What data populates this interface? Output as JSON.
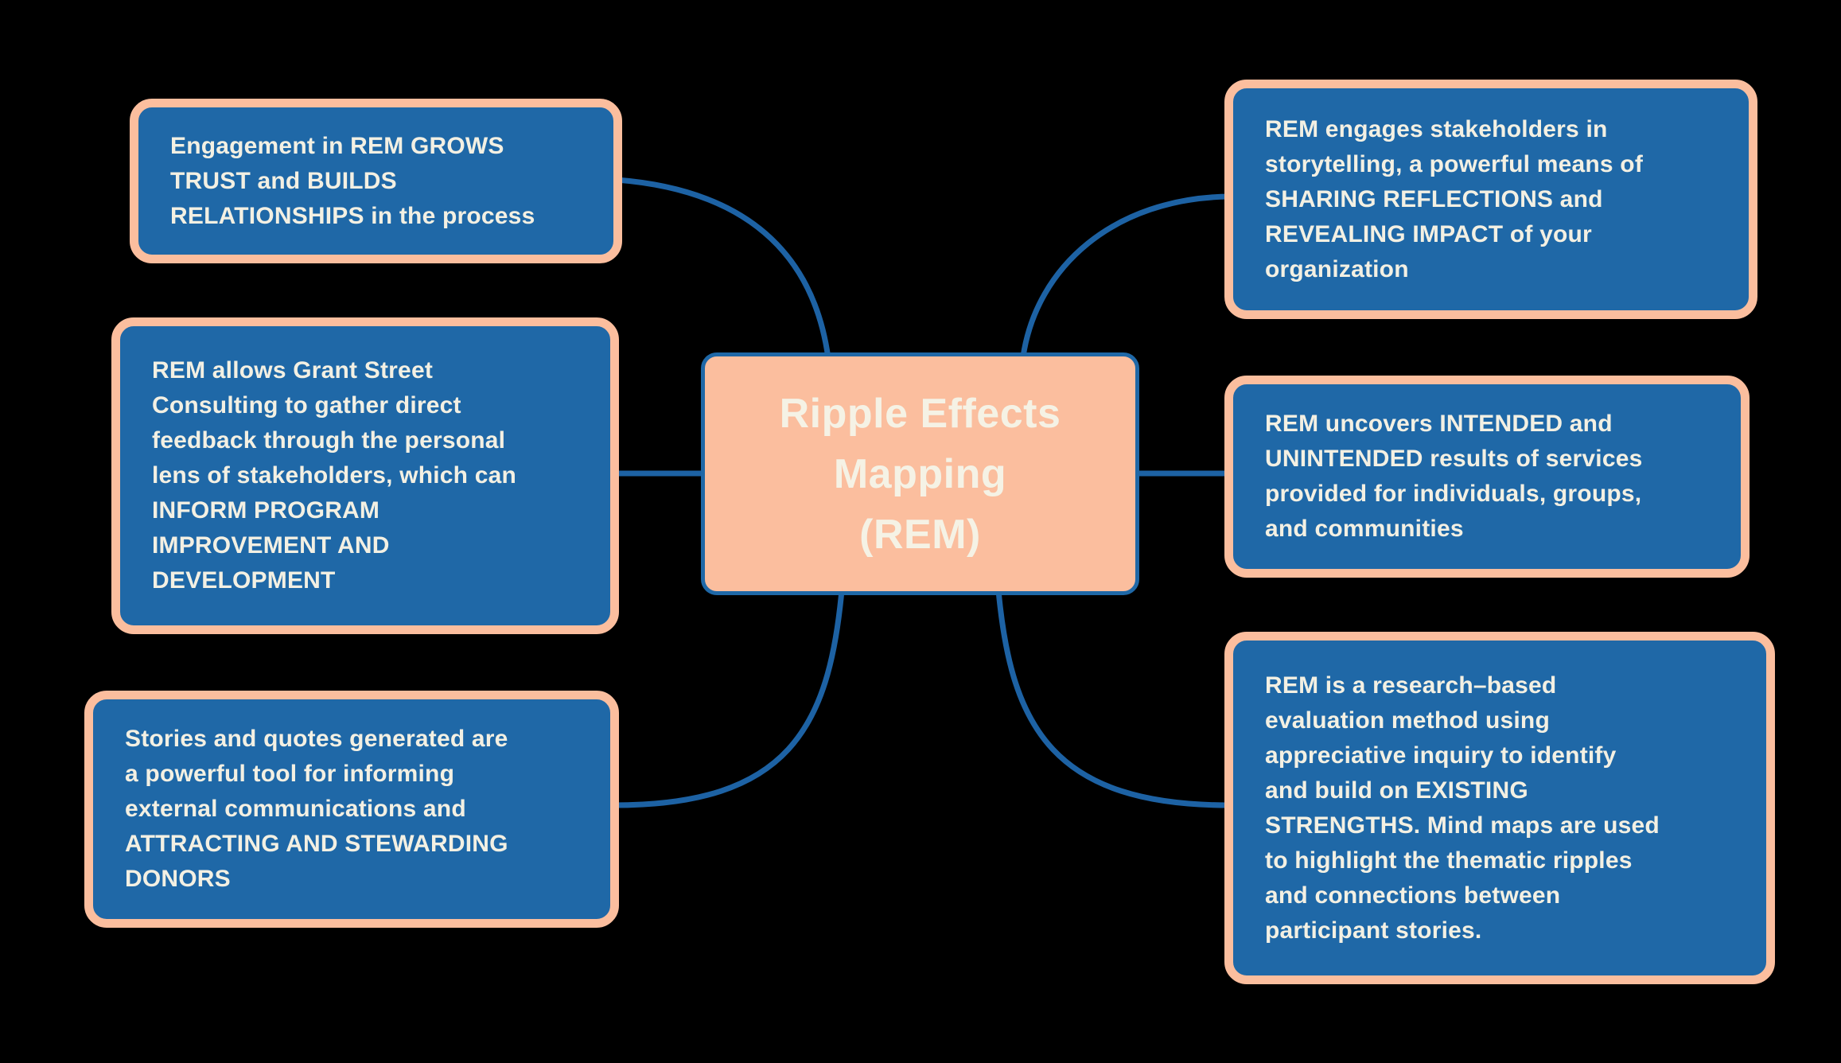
{
  "diagram": {
    "type": "mind-map",
    "background_color": "#000000",
    "palette": {
      "node_fill": "#1F68A7",
      "node_border": "#FBBE9E",
      "node_text": "#F3F0E3",
      "center_fill": "#FBBE9E",
      "center_border": "#1F68A7",
      "center_text": "#F5F2E5",
      "connector": "#1D62A4"
    },
    "center": {
      "label": "Ripple Effects\nMapping\n(REM)"
    },
    "nodes": [
      {
        "id": "top-left",
        "text": "Engagement in REM GROWS\nTRUST and BUILDS\nRELATIONSHIPS in the process"
      },
      {
        "id": "middle-left",
        "text": "REM allows Grant Street\nConsulting to gather direct\nfeedback through the personal\nlens of stakeholders, which can\nINFORM PROGRAM\nIMPROVEMENT AND\nDEVELOPMENT"
      },
      {
        "id": "bottom-left",
        "text": "Stories and quotes generated are\na powerful tool for informing\nexternal communications and\nATTRACTING AND STEWARDING\nDONORS"
      },
      {
        "id": "top-right",
        "text": "REM engages stakeholders in\nstorytelling, a powerful means of\nSHARING REFLECTIONS and\nREVEALING IMPACT of your\norganization"
      },
      {
        "id": "middle-right",
        "text": "REM uncovers INTENDED and\nUNINTENDED results of services\nprovided for individuals, groups,\nand communities"
      },
      {
        "id": "bottom-right",
        "text": "REM is a research–based\nevaluation method using\nappreciative inquiry to identify\nand build on EXISTING\nSTRENGTHS. Mind maps are used\nto highlight the thematic ripples\nand connections between\nparticipant stories."
      }
    ]
  }
}
